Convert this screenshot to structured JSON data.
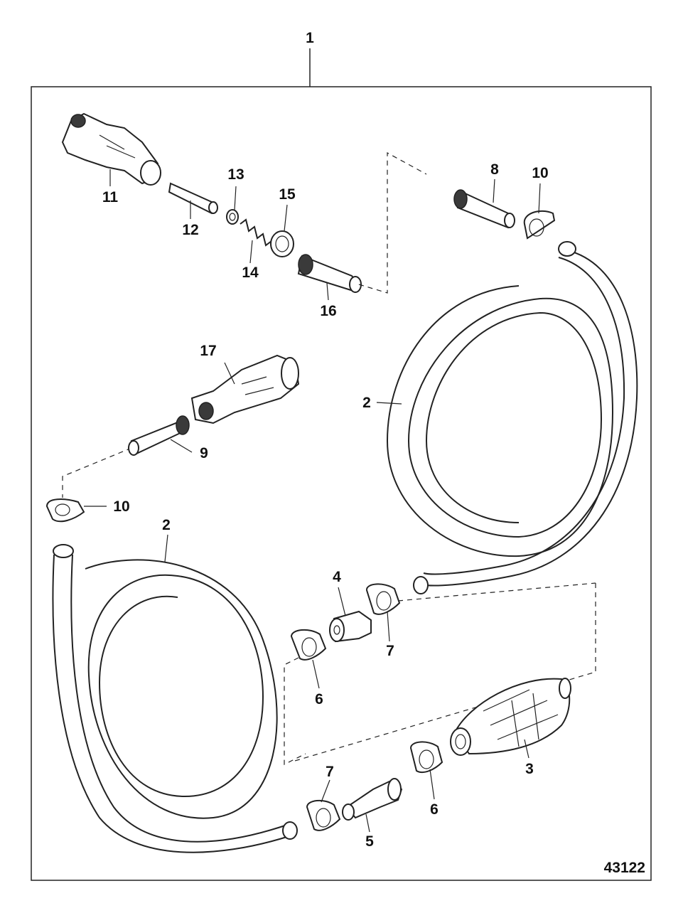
{
  "figure_number": "43122",
  "callouts": [
    {
      "id": "c1",
      "text": "1"
    },
    {
      "id": "c11",
      "text": "11"
    },
    {
      "id": "c12",
      "text": "12"
    },
    {
      "id": "c13",
      "text": "13"
    },
    {
      "id": "c14",
      "text": "14"
    },
    {
      "id": "c15",
      "text": "15"
    },
    {
      "id": "c16",
      "text": "16"
    },
    {
      "id": "c8",
      "text": "8"
    },
    {
      "id": "c10a",
      "text": "10"
    },
    {
      "id": "c17",
      "text": "17"
    },
    {
      "id": "c9",
      "text": "9"
    },
    {
      "id": "c10b",
      "text": "10"
    },
    {
      "id": "c2a",
      "text": "2"
    },
    {
      "id": "c2b",
      "text": "2"
    },
    {
      "id": "c4",
      "text": "4"
    },
    {
      "id": "c7a",
      "text": "7"
    },
    {
      "id": "c6a",
      "text": "6"
    },
    {
      "id": "c3",
      "text": "3"
    },
    {
      "id": "c6b",
      "text": "6"
    },
    {
      "id": "c7b",
      "text": "7"
    },
    {
      "id": "c5",
      "text": "5"
    }
  ]
}
